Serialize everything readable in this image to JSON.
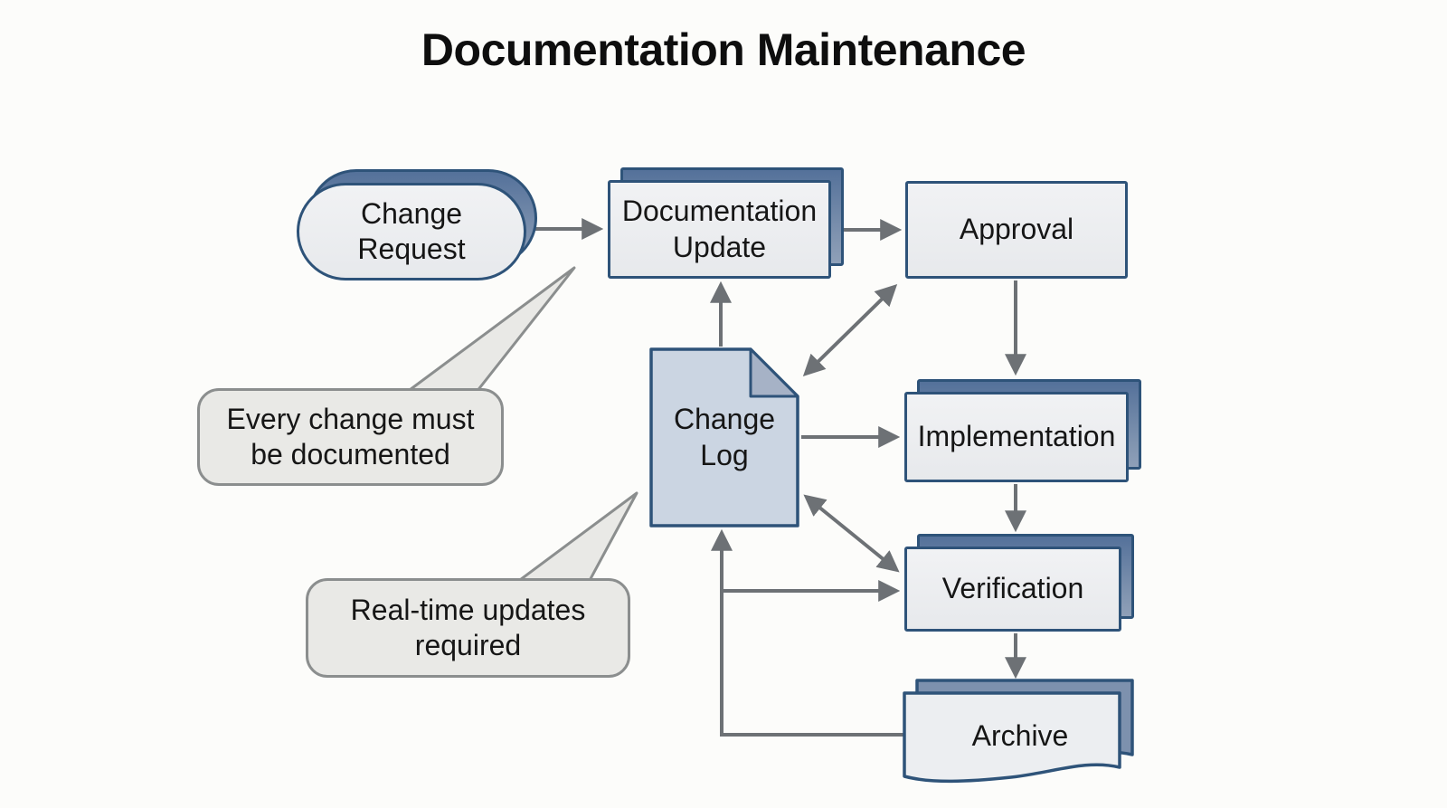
{
  "title": "Documentation Maintenance",
  "nodes": {
    "change_request": {
      "shape": "stadium",
      "lines": [
        "Change",
        "Request"
      ]
    },
    "documentation_update": {
      "shape": "process-stacked",
      "lines": [
        "Documentation",
        "Update"
      ]
    },
    "approval": {
      "shape": "process",
      "lines": [
        "Approval"
      ]
    },
    "change_log": {
      "shape": "document-note",
      "lines": [
        "Change",
        "Log"
      ]
    },
    "implementation": {
      "shape": "process-stacked",
      "lines": [
        "Implementation"
      ]
    },
    "verification": {
      "shape": "process-stacked",
      "lines": [
        "Verification"
      ]
    },
    "archive": {
      "shape": "document-stacked",
      "lines": [
        "Archive"
      ]
    }
  },
  "callouts": [
    {
      "lines": [
        "Every change must",
        "be documented"
      ],
      "points_to": "documentation_update"
    },
    {
      "lines": [
        "Real-time updates",
        "required"
      ],
      "points_to": "change_log"
    }
  ],
  "edges": [
    {
      "from": "change_request",
      "to": "documentation_update",
      "style": "arrow"
    },
    {
      "from": "documentation_update",
      "to": "approval",
      "style": "arrow"
    },
    {
      "from": "approval",
      "to": "implementation",
      "style": "arrow"
    },
    {
      "from": "implementation",
      "to": "verification",
      "style": "arrow"
    },
    {
      "from": "verification",
      "to": "archive",
      "style": "arrow"
    },
    {
      "from": "change_log",
      "to": "documentation_update",
      "style": "arrow"
    },
    {
      "from": "change_log",
      "to": "approval",
      "style": "double-arrow"
    },
    {
      "from": "change_log",
      "to": "implementation",
      "style": "arrow"
    },
    {
      "from": "change_log",
      "to": "verification",
      "style": "double-arrow"
    },
    {
      "from": "archive",
      "to": "change_log",
      "style": "elbow-arrow"
    },
    {
      "from": "archive",
      "to": "verification",
      "style": "elbow-arrow-branch"
    }
  ],
  "colors": {
    "background": "#fcfcfa",
    "node_border": "#2e5379",
    "node_fill": "#eceef1",
    "node_shadow": "#6largest780a3",
    "note_fill": "#cbd5e2",
    "note_fold": "#a6b2c6",
    "arrow": "#6d7175",
    "callout_fill": "#e9e9e6",
    "callout_border": "#8b8e8e",
    "text": "#161616"
  }
}
